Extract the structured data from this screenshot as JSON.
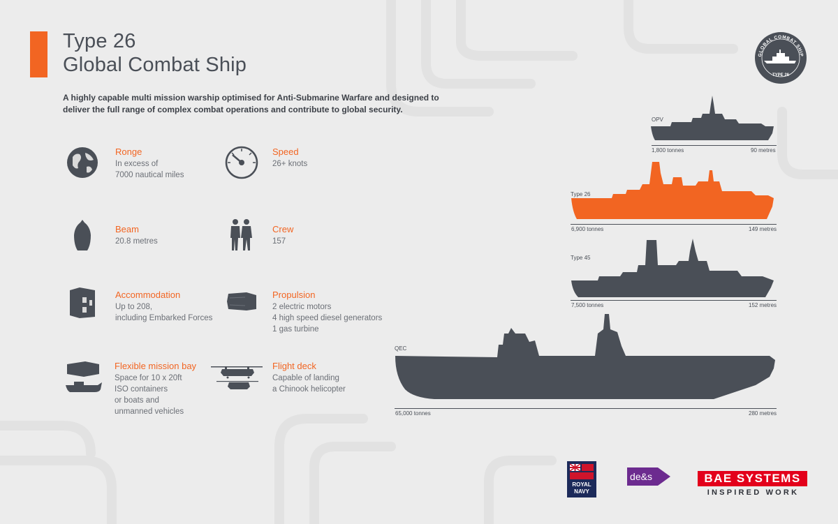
{
  "header": {
    "title_line1": "Type 26",
    "title_line2": "Global Combat Ship",
    "intro": "A highly capable multi mission warship optimised for Anti-Submarine Warfare and designed to deliver the full range of complex combat operations and contribute to global security."
  },
  "badge": {
    "text_top": "GLOBAL COMBAT SHIP",
    "text_bottom": "TYPE 26"
  },
  "features": [
    {
      "title": "Ronge",
      "desc": "In excess of\n7000 nautical miles",
      "icon": "globe-icon"
    },
    {
      "title": "Speed",
      "desc": "26+ knots",
      "icon": "speed-gauge-icon"
    },
    {
      "title": "Beam",
      "desc": "20.8 metres",
      "icon": "hull-beam-icon"
    },
    {
      "title": "Crew",
      "desc": "157",
      "icon": "crew-people-icon"
    },
    {
      "title": "Accommodation",
      "desc": "Up to 208,\nincluding Embarked Forces",
      "icon": "accommodation-block-icon"
    },
    {
      "title": "Propulsion",
      "desc": "2 electric motors\n4 high speed diesel generators\n1 gas turbine",
      "icon": "engine-icon"
    },
    {
      "title": "Flexible mission bay",
      "desc": "Space for 10 x 20ft\nISO containers\nor boats and\nunmanned vehicles",
      "icon": "container-boat-icon"
    },
    {
      "title": "Flight deck",
      "desc": "Capable of landing\na Chinook helicopter",
      "icon": "chinook-helicopter-icon"
    }
  ],
  "ships": [
    {
      "name": "OPV",
      "tonnes": "1,800 tonnes",
      "length": "90 metres",
      "color": "#4a4f57"
    },
    {
      "name": "Type 26",
      "tonnes": "6,900 tonnes",
      "length": "149 metres",
      "color": "#f26522"
    },
    {
      "name": "Type 45",
      "tonnes": "7,500 tonnes",
      "length": "152 metres",
      "color": "#4a4f57"
    },
    {
      "name": "QEC",
      "tonnes": "65,000 tonnes",
      "length": "280 metres",
      "color": "#4a4f57"
    }
  ],
  "logos": {
    "royal_navy_line1": "ROYAL",
    "royal_navy_line2": "NAVY",
    "des": "de&s",
    "bae_name": "BAE SYSTEMS",
    "bae_tagline": "INSPIRED WORK"
  },
  "colors": {
    "accent": "#f26522",
    "ship_grey": "#4a4f57",
    "background": "#ececec",
    "bae_red": "#e3001b",
    "des_purple": "#6c2b8f"
  }
}
